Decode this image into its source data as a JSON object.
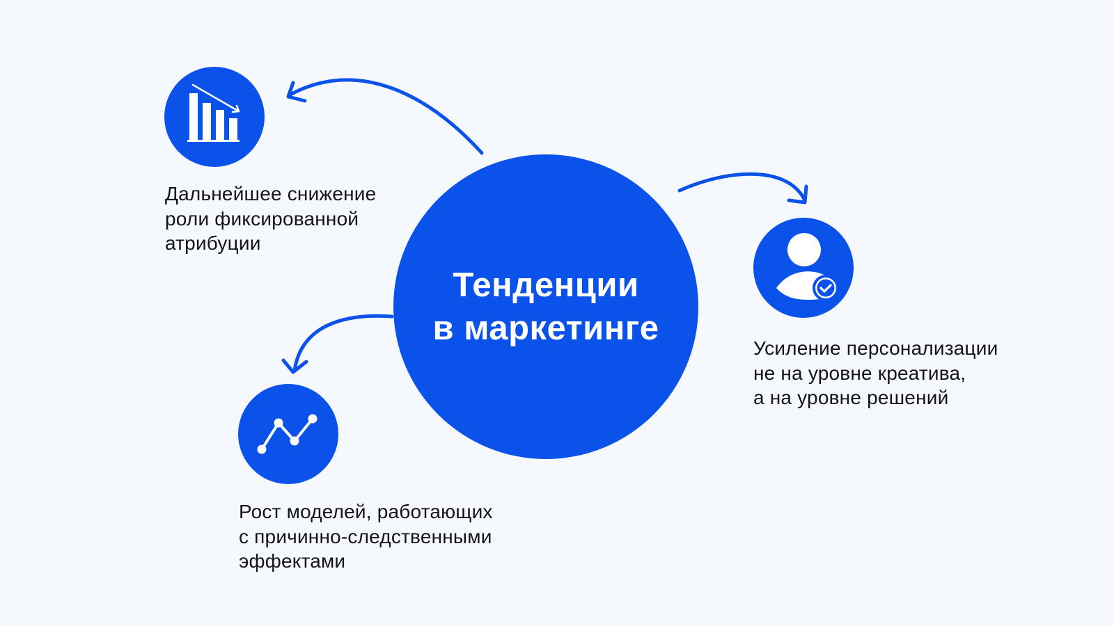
{
  "center": {
    "title_line1": "Тенденции",
    "title_line2": "в маркетинге"
  },
  "nodes": [
    {
      "id": "attribution",
      "icon": "declining-bar-chart-icon",
      "lines": [
        "Дальнейшее снижение",
        "роли фиксированной",
        "атрибуции"
      ]
    },
    {
      "id": "personalization",
      "icon": "verified-user-icon",
      "lines": [
        "Усиление персонализации",
        "не на уровне креатива,",
        "а на уровне решений"
      ]
    },
    {
      "id": "causal-models",
      "icon": "line-chart-growth-icon",
      "lines": [
        "Рост моделей, работающих",
        "с причинно-следственными",
        "эффектами"
      ]
    }
  ],
  "colors": {
    "accent": "#0B52EA",
    "background": "#F5F9FE",
    "text": "#141414",
    "icon_fg": "#FFFFFF"
  }
}
